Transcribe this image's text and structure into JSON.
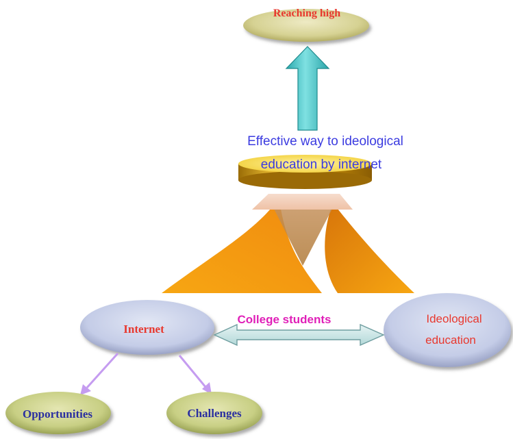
{
  "nodes": {
    "top": "Reaching high",
    "platform_line1": "Effective way to ideological",
    "platform_line2": "education by internet",
    "internet": "Internet",
    "ideological_line1": "Ideological",
    "ideological_line2": "education",
    "connector": "College students",
    "opportunities": "Opportunities",
    "challenges": "Challenges"
  },
  "colors": {
    "ellipse_olive": "#d8d49a",
    "ellipse_blue": "#c6cee8",
    "up_arrow": "#4ec7c9",
    "platform_gold": "#e8b21e",
    "sweep_orange": "#f39a10",
    "double_arrow": "#c8e6e6",
    "branch_arrow": "#c59cf0"
  }
}
